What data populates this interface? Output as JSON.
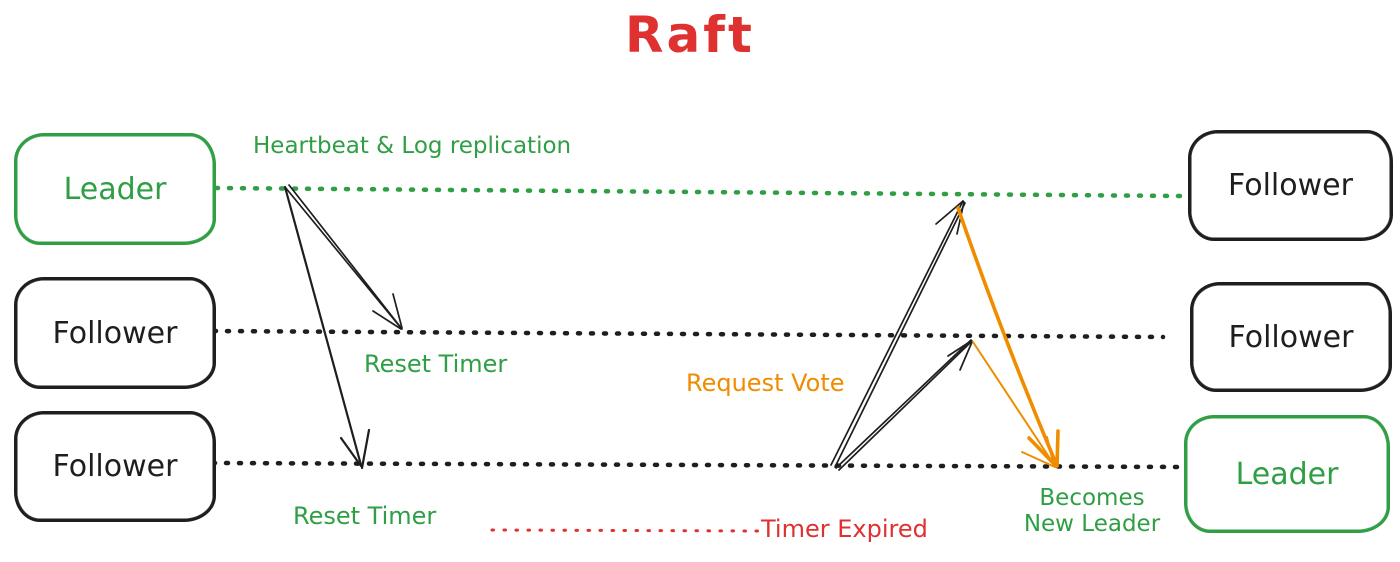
{
  "title": "Raft",
  "colors": {
    "green": "#2f9e44",
    "red": "#e03131",
    "orange": "#f08c00",
    "black": "#1e1e1e"
  },
  "nodes": {
    "left": [
      {
        "label": "Leader",
        "color": "green"
      },
      {
        "label": "Follower",
        "color": "black"
      },
      {
        "label": "Follower",
        "color": "black"
      }
    ],
    "right": [
      {
        "label": "Follower",
        "color": "black"
      },
      {
        "label": "Follower",
        "color": "black"
      },
      {
        "label": "Leader",
        "color": "green"
      }
    ]
  },
  "annotations": {
    "heartbeat": "Heartbeat & Log replication",
    "reset_timer_mid": "Reset Timer",
    "reset_timer_bottom": "Reset Timer",
    "timer_expired": "Timer Expired",
    "request_vote": "Request Vote",
    "becomes_line1": "Becomes",
    "becomes_line2": "New Leader"
  }
}
